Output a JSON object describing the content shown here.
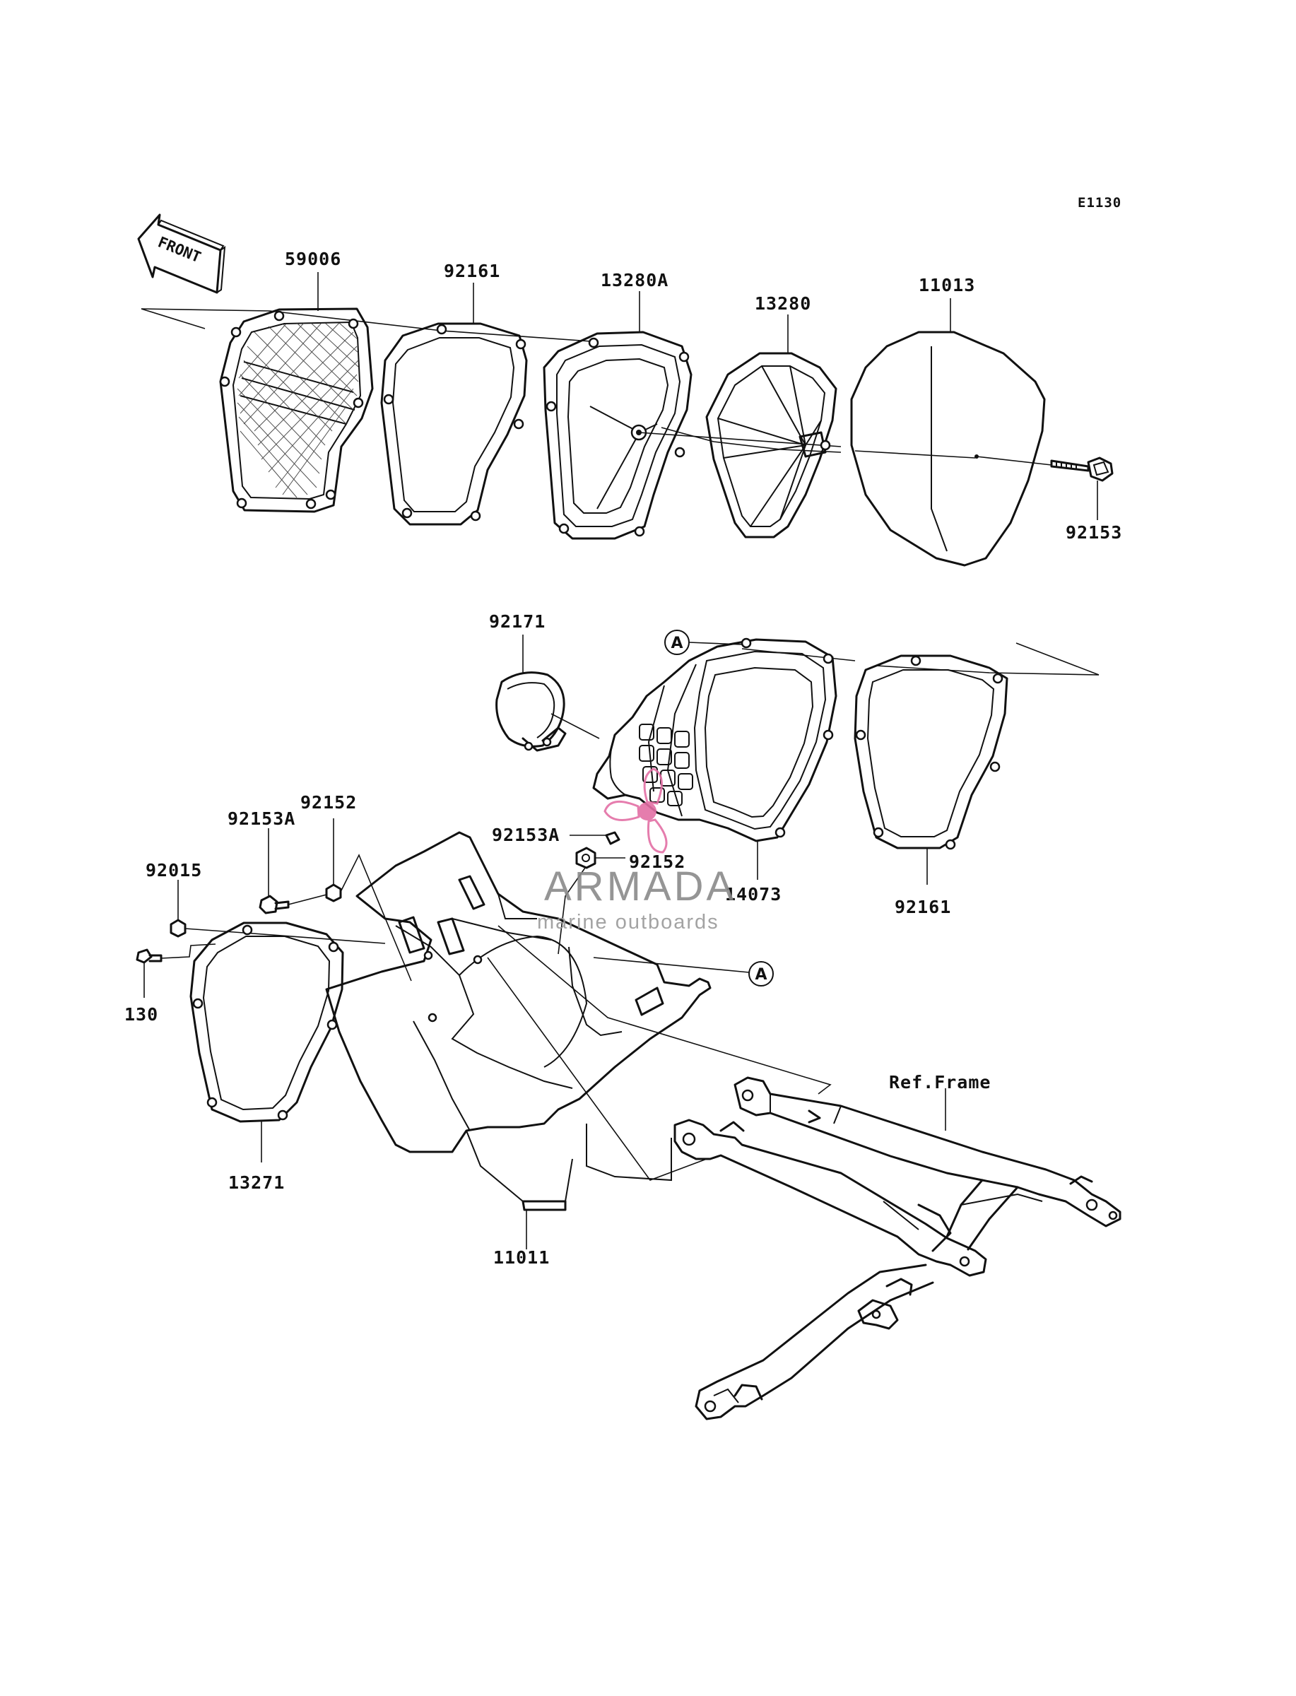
{
  "diagram": {
    "code": "E1130",
    "front_label": "FRONT",
    "callout_letter": "A",
    "ref_label": "Ref.Frame",
    "parts": {
      "p59006": "59006",
      "p92161_top": "92161",
      "p13280A": "13280A",
      "p13280": "13280",
      "p11013": "11013",
      "p92153": "92153",
      "p92171": "92171",
      "p14073": "14073",
      "p92161_mid": "92161",
      "p92152_a": "92152",
      "p92153A_a": "92153A",
      "p92015": "92015",
      "p130": "130",
      "p13271": "13271",
      "p11011": "11011",
      "p92153A_b": "92153A",
      "p92152_b": "92152"
    }
  },
  "watermark": {
    "brand": "ARMADA",
    "tagline": "marine outboards",
    "colors": {
      "pink": "#e36fa5",
      "gray": "#8a8a8a"
    }
  }
}
